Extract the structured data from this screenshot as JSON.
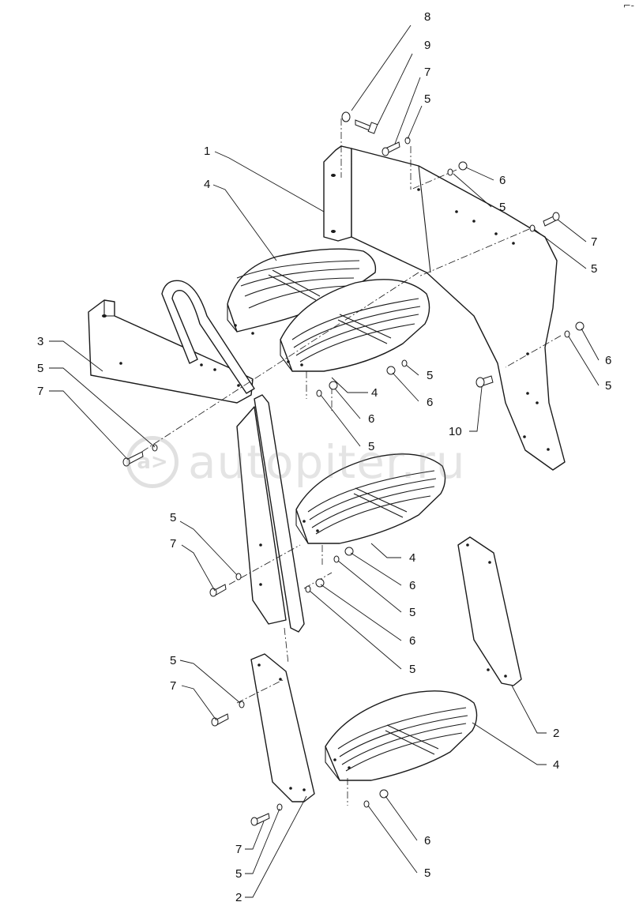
{
  "corner_mark": "⌐-",
  "watermark": {
    "logo": "a>",
    "text": "autopiter.ru"
  },
  "callouts": [
    {
      "id": "c8",
      "label": "8"
    },
    {
      "id": "c9",
      "label": "9"
    },
    {
      "id": "c7a",
      "label": "7"
    },
    {
      "id": "c5a",
      "label": "5"
    },
    {
      "id": "c1",
      "label": "1"
    },
    {
      "id": "c4a",
      "label": "4"
    },
    {
      "id": "c6a",
      "label": "6"
    },
    {
      "id": "c5b",
      "label": "5"
    },
    {
      "id": "c7b",
      "label": "7"
    },
    {
      "id": "c5c",
      "label": "5"
    },
    {
      "id": "c3",
      "label": "3"
    },
    {
      "id": "c6b",
      "label": "6"
    },
    {
      "id": "c5d",
      "label": "5"
    },
    {
      "id": "c5e",
      "label": "5"
    },
    {
      "id": "c7c",
      "label": "7"
    },
    {
      "id": "c5f",
      "label": "5"
    },
    {
      "id": "c4b",
      "label": "4"
    },
    {
      "id": "c6c",
      "label": "6"
    },
    {
      "id": "c6d",
      "label": "6"
    },
    {
      "id": "c5g",
      "label": "5"
    },
    {
      "id": "c10",
      "label": "10"
    },
    {
      "id": "c5h",
      "label": "5"
    },
    {
      "id": "c5i",
      "label": "5"
    },
    {
      "id": "c7d",
      "label": "7"
    },
    {
      "id": "c4c",
      "label": "4"
    },
    {
      "id": "c6e",
      "label": "6"
    },
    {
      "id": "c5j",
      "label": "5"
    },
    {
      "id": "c6f",
      "label": "6"
    },
    {
      "id": "c5k",
      "label": "5"
    },
    {
      "id": "c5l",
      "label": "5"
    },
    {
      "id": "c7e",
      "label": "7"
    },
    {
      "id": "c2a",
      "label": "2"
    },
    {
      "id": "c4d",
      "label": "4"
    },
    {
      "id": "c6g",
      "label": "6"
    },
    {
      "id": "c7f",
      "label": "7"
    },
    {
      "id": "c5m",
      "label": "5"
    },
    {
      "id": "c5n",
      "label": "5"
    },
    {
      "id": "c2b",
      "label": "2"
    }
  ]
}
